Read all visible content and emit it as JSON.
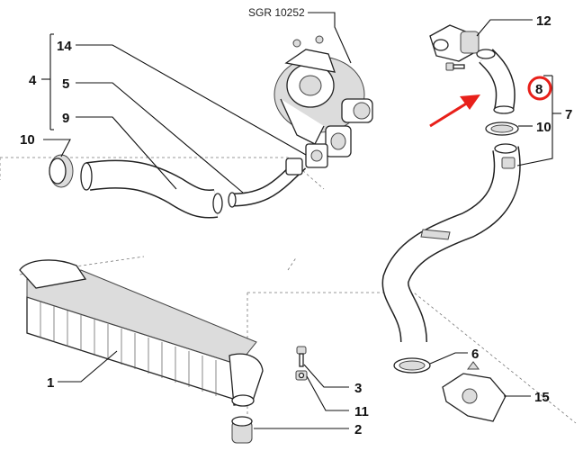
{
  "reference": "SGR 10252",
  "labels": {
    "p1": "1",
    "p2": "2",
    "p3": "3",
    "p4": "4",
    "p5": "5",
    "p6": "6",
    "p7": "7",
    "p8": "8",
    "p9": "9",
    "p10a": "10",
    "p10b": "10",
    "p11": "11",
    "p12": "12",
    "p14": "14",
    "p15": "15"
  },
  "colors": {
    "highlight": "#e8201a",
    "arrow": "#e8201a",
    "line": "#111111"
  }
}
